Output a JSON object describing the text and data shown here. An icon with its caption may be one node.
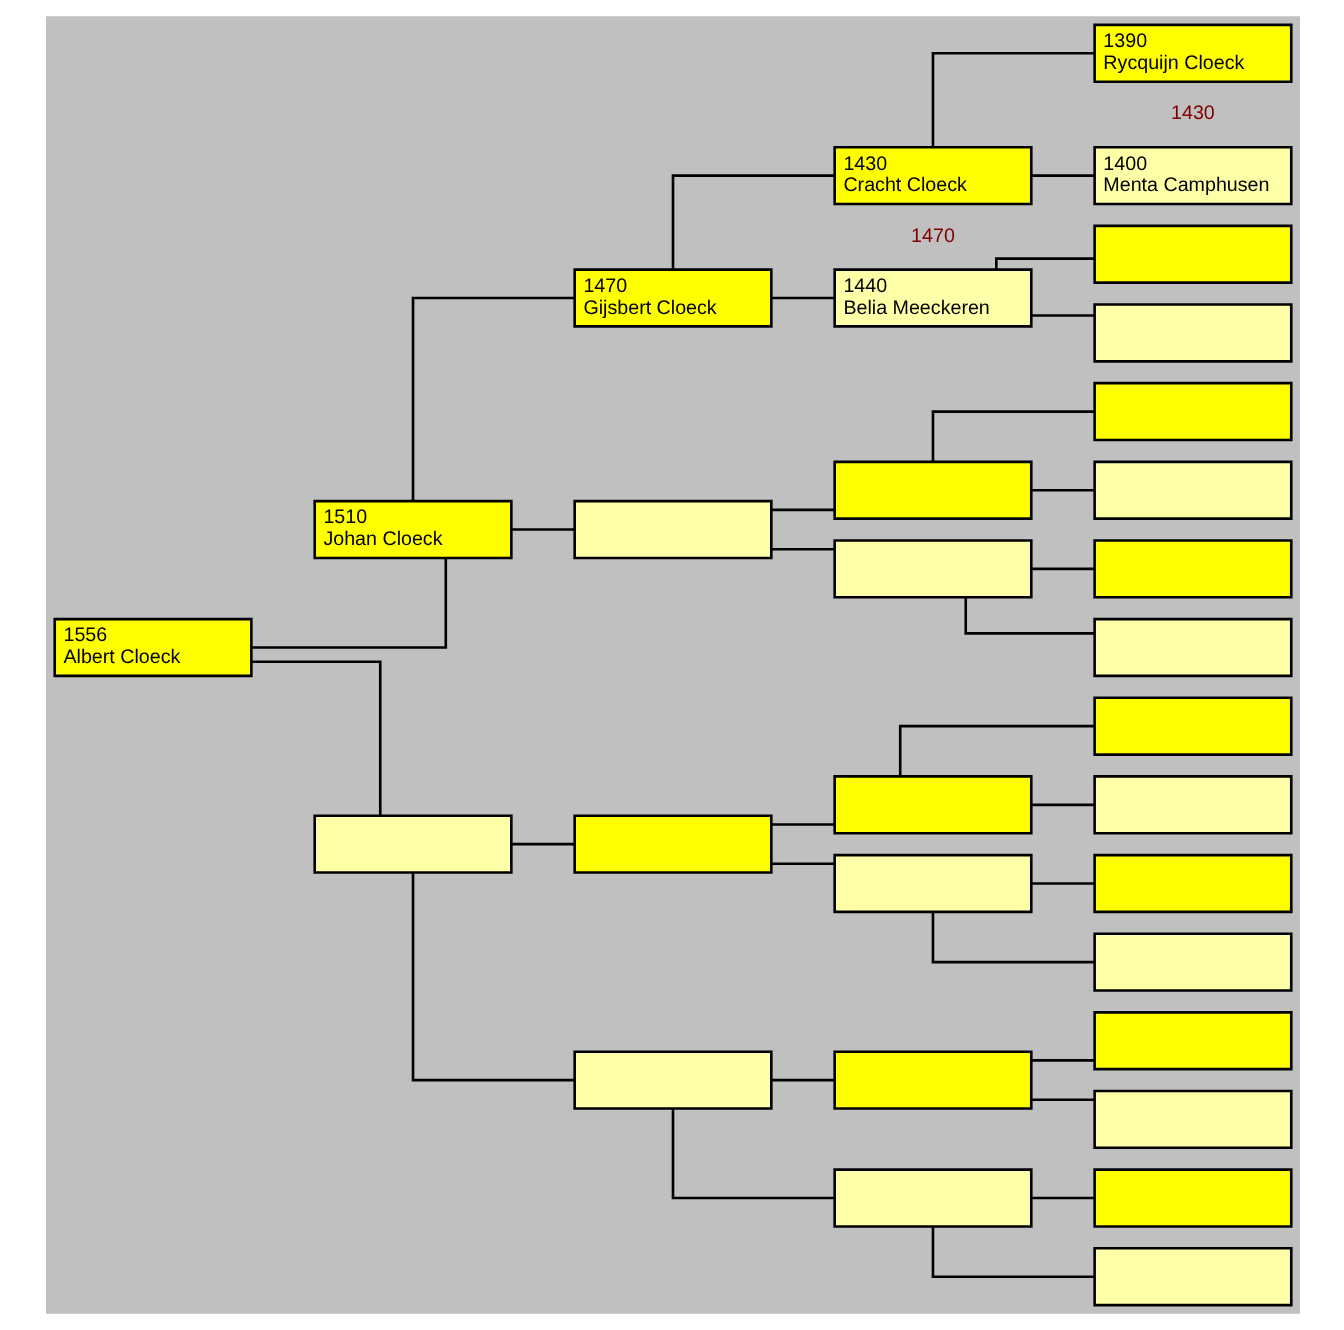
{
  "diagram": {
    "nodes": [
      {
        "text": [
          "1556",
          "Albert Cloeck"
        ]
      },
      {
        "text": [
          "1510",
          "Johan Cloeck"
        ]
      },
      {
        "text": [],
        "shape": "box"
      },
      {
        "text": [
          "1470",
          "Gijsbert Cloeck"
        ]
      },
      {
        "text": [],
        "shape": "box"
      },
      {
        "text": [],
        "shape": "box"
      },
      {
        "text": [],
        "shape": "box"
      },
      {
        "text": [
          "1430",
          "Cracht Cloeck"
        ]
      },
      {
        "text": [
          "1440",
          "Belia Meeckeren"
        ]
      },
      {
        "text": [],
        "shape": "box"
      },
      {
        "text": [],
        "shape": "box"
      },
      {
        "text": [],
        "shape": "box"
      },
      {
        "text": [],
        "shape": "box"
      },
      {
        "text": [],
        "shape": "box"
      },
      {
        "text": [],
        "shape": "box"
      },
      {
        "text": [
          "1390",
          "Rycquijn Cloeck"
        ]
      },
      {
        "text": [
          "1400",
          "Menta Camphusen"
        ]
      },
      {
        "text": [],
        "shape": "box"
      },
      {
        "text": [],
        "shape": "box"
      },
      {
        "text": [],
        "shape": "box"
      },
      {
        "text": [],
        "shape": "box"
      },
      {
        "text": [],
        "shape": "box"
      },
      {
        "text": [],
        "shape": "box"
      },
      {
        "text": [],
        "shape": "box"
      },
      {
        "text": [],
        "shape": "box"
      },
      {
        "text": [],
        "shape": "box"
      },
      {
        "text": [],
        "shape": "box"
      },
      {
        "text": [],
        "shape": "box"
      },
      {
        "text": [],
        "shape": "box"
      },
      {
        "text": [],
        "shape": "box"
      },
      {
        "text": [],
        "shape": "box"
      }
    ],
    "edges": [
      {
        "from": 0,
        "to": 1,
        "arrow": "none"
      },
      {
        "from": 0,
        "to": 2,
        "arrow": "none"
      },
      {
        "from": 1,
        "to": 3,
        "arrow": "none"
      },
      {
        "from": 1,
        "to": 4,
        "arrow": "none"
      },
      {
        "from": 2,
        "to": 5,
        "arrow": "none"
      },
      {
        "from": 2,
        "to": 6,
        "arrow": "none"
      },
      {
        "from": 3,
        "to": 7,
        "arrow": "none"
      },
      {
        "from": 3,
        "to": 8,
        "arrow": "none"
      },
      {
        "from": 4,
        "to": 9,
        "arrow": "none"
      },
      {
        "from": 4,
        "to": 10,
        "arrow": "none"
      },
      {
        "from": 5,
        "to": 11,
        "arrow": "none"
      },
      {
        "from": 5,
        "to": 12,
        "arrow": "none"
      },
      {
        "from": 6,
        "to": 13,
        "arrow": "none"
      },
      {
        "from": 6,
        "to": 14,
        "arrow": "none"
      },
      {
        "from": 7,
        "to": 15,
        "arrow": "none"
      },
      {
        "from": 7,
        "to": 16,
        "arrow": "none"
      },
      {
        "from": 8,
        "to": 17,
        "arrow": "none"
      },
      {
        "from": 8,
        "to": 18,
        "arrow": "none"
      },
      {
        "from": 9,
        "to": 19,
        "arrow": "none"
      },
      {
        "from": 9,
        "to": 20,
        "arrow": "none"
      },
      {
        "from": 10,
        "to": 21,
        "arrow": "none"
      },
      {
        "from": 10,
        "to": 22,
        "arrow": "none"
      },
      {
        "from": 11,
        "to": 23,
        "arrow": "none"
      },
      {
        "from": 11,
        "to": 24,
        "arrow": "none"
      },
      {
        "from": 12,
        "to": 25,
        "arrow": "none"
      },
      {
        "from": 12,
        "to": 26,
        "arrow": "none"
      },
      {
        "from": 13,
        "to": 27,
        "arrow": "none"
      },
      {
        "from": 13,
        "to": 28,
        "arrow": "none"
      },
      {
        "from": 14,
        "to": 29,
        "arrow": "none"
      },
      {
        "from": 14,
        "to": 30,
        "arrow": "none"
      }
    ],
    "labels": [
      "1430",
      "1470"
    ]
  }
}
